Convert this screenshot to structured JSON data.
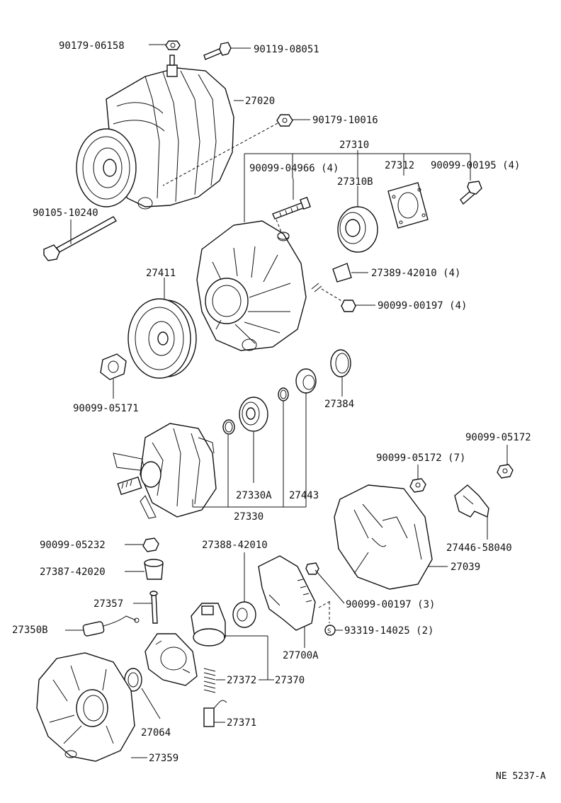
{
  "diagram": {
    "labels": {
      "p90179_06158": "90179-06158",
      "p90119_08051": "90119-08051",
      "p27020": "27020",
      "p90179_10016": "90179-10016",
      "p27310": "27310",
      "p90099_04966": "90099-04966 (4)",
      "p27312": "27312",
      "p90099_00195": "90099-00195 (4)",
      "p27310B": "27310B",
      "p90105_10240": "90105-10240",
      "p27389_42010": "27389-42010 (4)",
      "p27411": "27411",
      "p90099_00197_4": "90099-00197 (4)",
      "p90099_05171": "90099-05171",
      "p27384": "27384",
      "p90099_05172": "90099-05172",
      "p90099_05172_7": "90099-05172 (7)",
      "p27330A": "27330A",
      "p27443": "27443",
      "p27330": "27330",
      "p27446_58040": "27446-58040",
      "p90099_05232": "90099-05232",
      "p27388_42010": "27388-42010",
      "p27039": "27039",
      "p27387_42020": "27387-42020",
      "p27357": "27357",
      "p90099_00197_3": "90099-00197 (3)",
      "p27350B": "27350B",
      "p93319_14025": "93319-14025 (2)",
      "p27700A": "27700A",
      "p27372": "27372",
      "p27370": "27370",
      "p27064": "27064",
      "p27371": "27371",
      "p27359": "27359",
      "ref": "NE 5237-A"
    }
  }
}
